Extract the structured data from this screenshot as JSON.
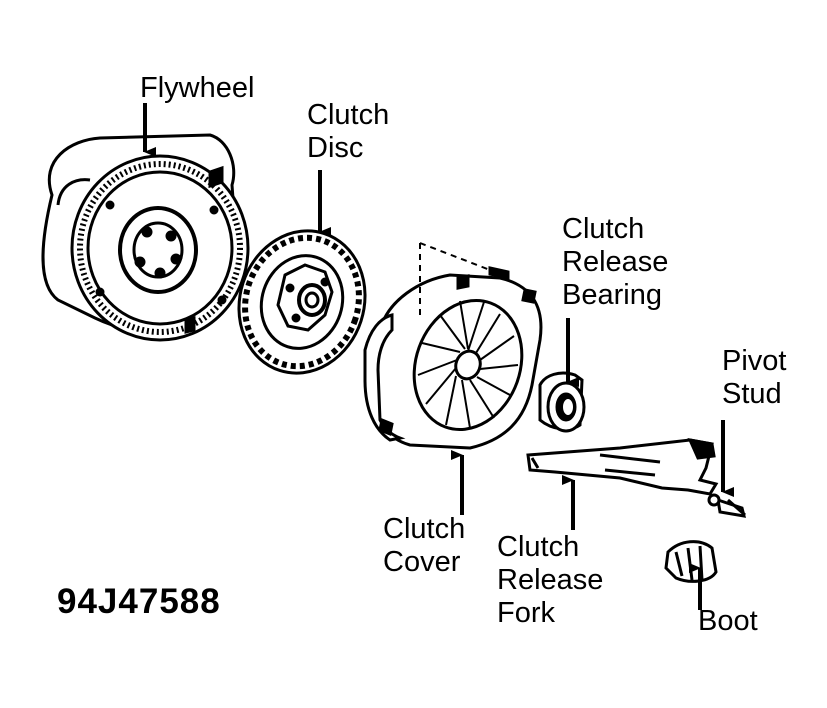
{
  "labels": {
    "flywheel": "Flywheel",
    "clutch_disc": [
      "Clutch",
      "Disc"
    ],
    "clutch_cover": [
      "Clutch",
      "Cover"
    ],
    "release_bearing": [
      "Clutch",
      "Release",
      "Bearing"
    ],
    "release_fork": [
      "Clutch",
      "Release",
      "Fork"
    ],
    "pivot_stud": [
      "Pivot",
      "Stud"
    ],
    "boot": "Boot"
  },
  "figure_code": "94J47588"
}
